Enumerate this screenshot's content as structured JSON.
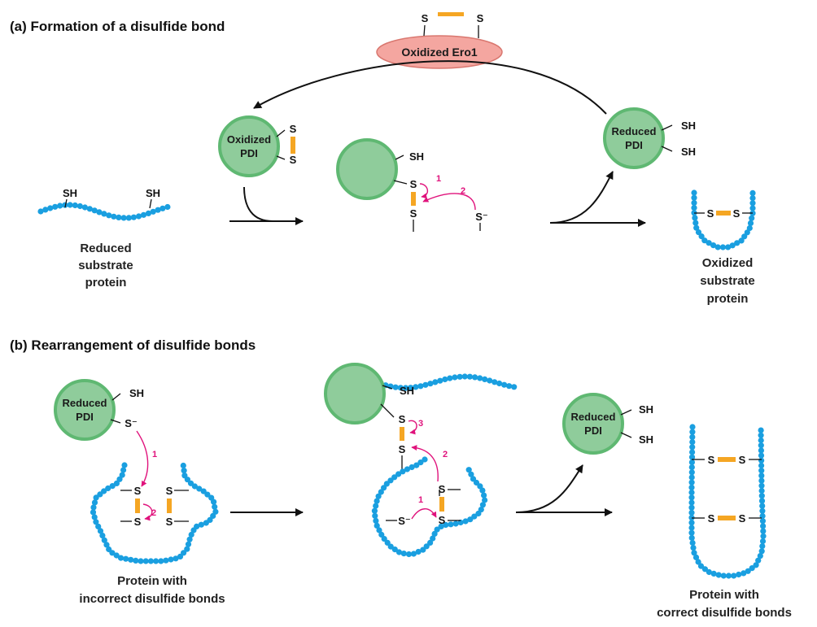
{
  "panel_a": {
    "title": "(a) Formation of a disulfide bond",
    "ero1_label": "Oxidized Ero1",
    "oxidized_pdi": [
      "Oxidized",
      "PDI"
    ],
    "reduced_pdi": [
      "Reduced",
      "PDI"
    ],
    "reduced_substrate_caption": [
      "Reduced",
      "substrate",
      "protein"
    ],
    "oxidized_substrate_caption": [
      "Oxidized",
      "substrate",
      "protein"
    ],
    "step_numbers": [
      "1",
      "2"
    ]
  },
  "panel_b": {
    "title": "(b) Rearrangement of disulfide bonds",
    "reduced_pdi": [
      "Reduced",
      "PDI"
    ],
    "incorrect_caption": [
      "Protein with",
      "incorrect disulfide bonds"
    ],
    "correct_caption": [
      "Protein with",
      "correct disulfide bonds"
    ],
    "step_numbers": [
      "1",
      "2",
      "3"
    ]
  },
  "atoms": {
    "sulfur": "S",
    "thiol": "SH",
    "thiolate": "S⁻"
  },
  "colors": {
    "pdi_fill": "#8fcc9b",
    "pdi_stroke": "#5fb872",
    "protein_chain": "#1a9fe0",
    "disulfide_bond": "#f5a623",
    "ero1_fill": "#f4a6a0",
    "step_arrow": "#e0137c"
  }
}
